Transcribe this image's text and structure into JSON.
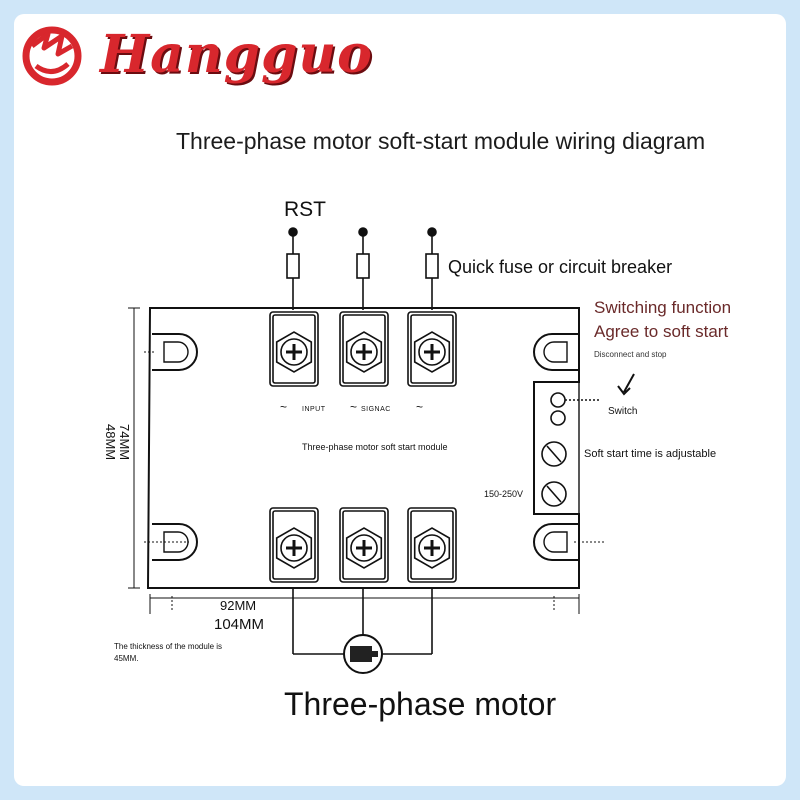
{
  "brand": {
    "name": "Hangguo",
    "accent": "#d8272d"
  },
  "diagram": {
    "title": "Three-phase motor soft-start module wiring diagram",
    "supply_label": "RST",
    "fuse_label": "Quick fuse or circuit breaker",
    "switching_function": "Switching function",
    "agree_soft_start": "Agree to soft start",
    "disconnect_stop": "Disconnect and stop",
    "switch_label": "Switch",
    "soft_start_time": "Soft start time is adjustable",
    "voltage": "150-250V",
    "input_label": "INPUT",
    "signal_label": "SIGNAC",
    "tilde": "~",
    "module_name": "Three-phase motor soft start module",
    "dim_48": "48MM",
    "dim_74": "74MM",
    "dim_92": "92MM",
    "dim_104": "104MM",
    "thickness_line1": "The thickness of the module is",
    "thickness_line2": "45MM.",
    "motor_label": "Three-phase motor"
  },
  "icons": [
    "brand-logo-icon",
    "terminal-screw-icon",
    "fuse-icon",
    "push-button-icon",
    "potentiometer-icon",
    "motor-icon",
    "arrow-icon"
  ]
}
